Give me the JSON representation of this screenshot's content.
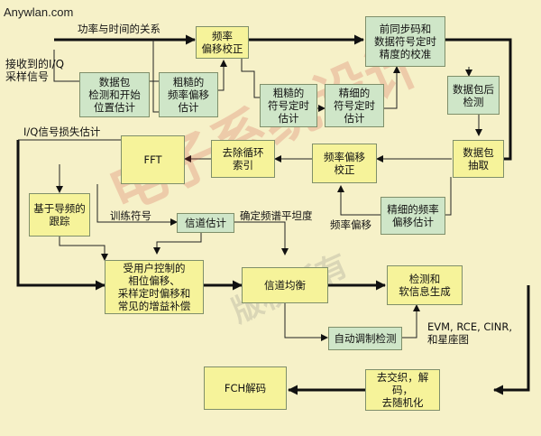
{
  "site": "Anywlan.com",
  "watermark": {
    "main": "电子系统设计",
    "sub": "版权所有"
  },
  "labels": {
    "power_time": "功率与时间的关系",
    "iq_input": "接收到的I/Q\n采样信号",
    "iq_loss": "I/Q信号损失估计",
    "training": "训练符号",
    "flatness": "确定频谱平坦度",
    "freq_offset": "频率偏移",
    "evm": "EVM, RCE, CINR,\n和星座图"
  },
  "nodes": {
    "freq_correct_top": "频率\n偏移校正",
    "presync": "前同步码和\n数据符号定时\n精度的校准",
    "packet_detect": "数据包\n检测和开始\n位置估计",
    "coarse_freq": "粗糙的\n频率偏移\n估计",
    "coarse_timing": "粗糙的\n符号定时\n估计",
    "fine_timing": "精细的\n符号定时\n估计",
    "post_detect": "数据包后\n检测",
    "packet_extract": "数据包\n抽取",
    "fft": "FFT",
    "cp_remove": "去除循环\n索引",
    "freq_correct_mid": "频率偏移\n校正",
    "fine_freq": "精细的频率\n偏移估计",
    "pilot_track": "基于导频的\n跟踪",
    "channel_est": "信道估计",
    "user_comp": "受用户控制的\n相位偏移、\n采样定时偏移和\n常见的增益补偿",
    "equalize": "信道均衡",
    "detect_soft": "检测和\n软信息生成",
    "auto_mod": "自动调制检测",
    "fch_decode": "FCH解码",
    "deinterleave": "去交织，解码，\n去随机化"
  }
}
